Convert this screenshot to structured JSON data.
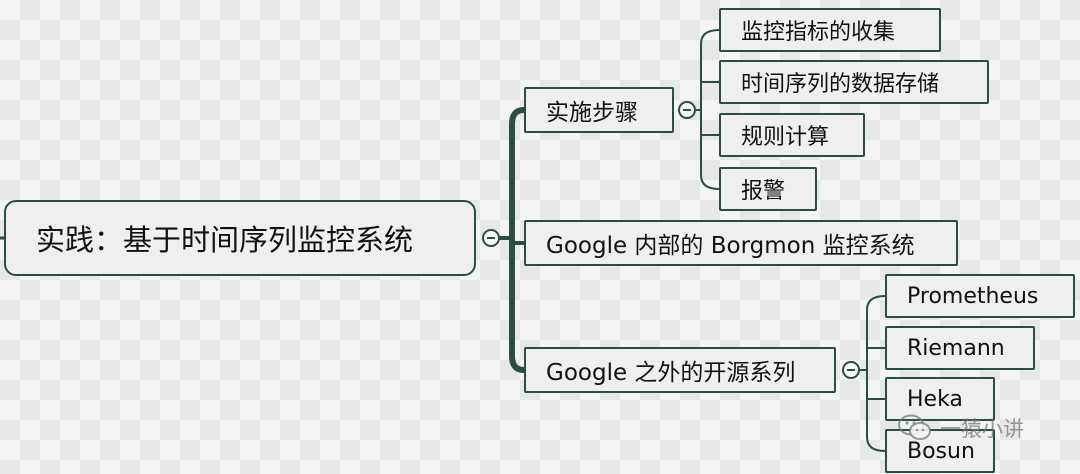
{
  "colors": {
    "line": "#2a4d45",
    "node_bg": "#efefef"
  },
  "root": {
    "label": "实践：基于时间序列监控系统"
  },
  "branches": [
    {
      "label": "实施步骤",
      "children": [
        "监控指标的收集",
        "时间序列的数据存储",
        "规则计算",
        "报警"
      ]
    },
    {
      "label": "Google 内部的 Borgmon 监控系统",
      "children": []
    },
    {
      "label": "Google 之外的开源系列",
      "children": [
        "Prometheus",
        "Riemann",
        "Heka",
        "Bosun"
      ]
    }
  ],
  "watermark": {
    "text": "一猿小讲",
    "icon": "wechat-icon"
  }
}
